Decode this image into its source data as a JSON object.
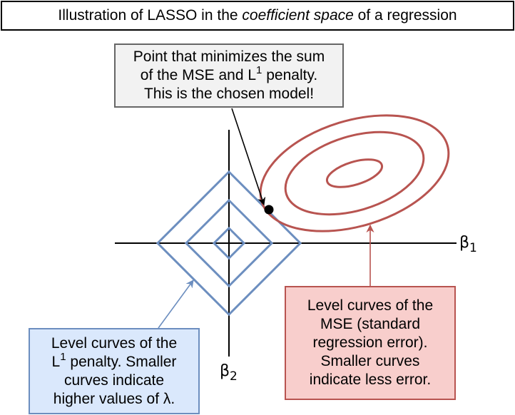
{
  "title": {
    "prefix": "Illustration of LASSO in the ",
    "emphasis": "coefficient space",
    "suffix": " of a regression"
  },
  "axes": {
    "x_label": "β",
    "x_sub": "1",
    "y_label": "β",
    "y_sub": "2"
  },
  "notes": {
    "point": {
      "line1": "Point that minimizes the sum",
      "line2_a": "of the MSE and L",
      "line2_sup": "1",
      "line2_b": " penalty.",
      "line3": "This is the chosen model!"
    },
    "l1": {
      "line1": "Level curves of the",
      "line2_a": "L",
      "line2_sup": "1",
      "line2_b": " penalty. Smaller",
      "line3": "curves indicate",
      "line4": "higher values of λ."
    },
    "mse": {
      "line1": "Level curves of the",
      "line2": "MSE (standard",
      "line3": "regression error).",
      "line4": "Smaller curves",
      "line5": "indicate less error."
    }
  },
  "colors": {
    "l1_stroke": "#6c8ebf",
    "mse_stroke": "#b85450",
    "axis": "#000000"
  }
}
